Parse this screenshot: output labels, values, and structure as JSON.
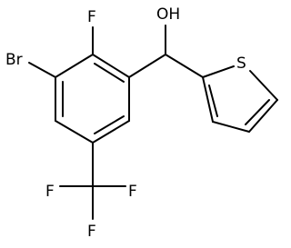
{
  "molecule": {
    "atoms": {
      "br": "Br",
      "f_ring": "F",
      "oh": "OH",
      "s": "S",
      "cf3_f_left": "F",
      "cf3_f_right": "F",
      "cf3_f_bottom": "F"
    }
  }
}
